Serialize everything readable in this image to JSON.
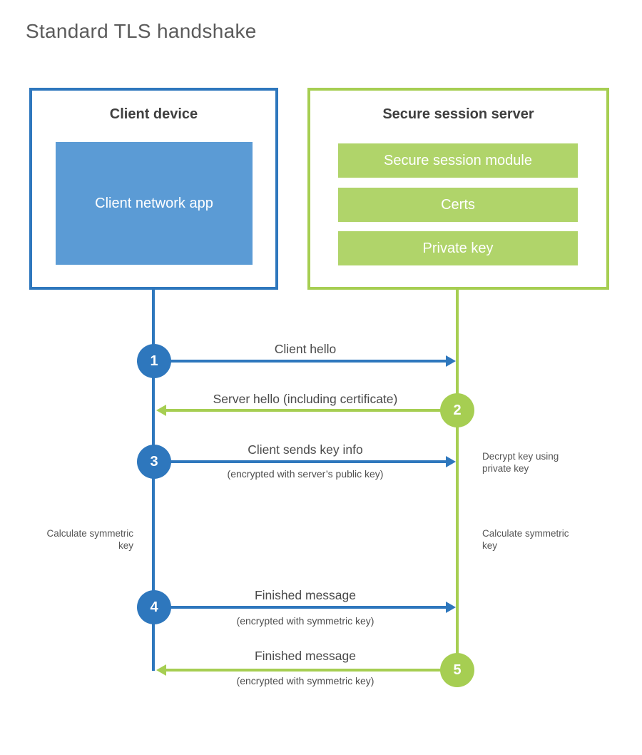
{
  "title": "Standard TLS handshake",
  "colors": {
    "blue": "#2e77bd",
    "blue_light": "#5b9bd5",
    "green": "#a6ce52",
    "green_light": "#b0d46a",
    "heading_text": "#3f3f3f",
    "label_text": "#4a4a4a",
    "title_text": "#5b5b5b"
  },
  "client_box": {
    "title": "Client device",
    "app_label": "Client network app"
  },
  "server_box": {
    "title": "Secure session server",
    "modules": [
      "Secure session module",
      "Certs",
      "Private key"
    ]
  },
  "messages": [
    {
      "num": "1",
      "from": "client",
      "to": "server",
      "label": "Client hello",
      "sub": ""
    },
    {
      "num": "2",
      "from": "server",
      "to": "client",
      "label": "Server hello (including certificate)",
      "sub": ""
    },
    {
      "num": "3",
      "from": "client",
      "to": "server",
      "label": "Client sends key info",
      "sub": "(encrypted with server’s public key)"
    },
    {
      "num": "4",
      "from": "client",
      "to": "server",
      "label": "Finished message",
      "sub": "(encrypted with symmetric key)"
    },
    {
      "num": "5",
      "from": "server",
      "to": "client",
      "label": "Finished message",
      "sub": "(encrypted with symmetric key)"
    }
  ],
  "notes": {
    "decrypt": "Decrypt key using private key",
    "calc_left": "Calculate symmetric key",
    "calc_right": "Calculate symmetric key"
  }
}
